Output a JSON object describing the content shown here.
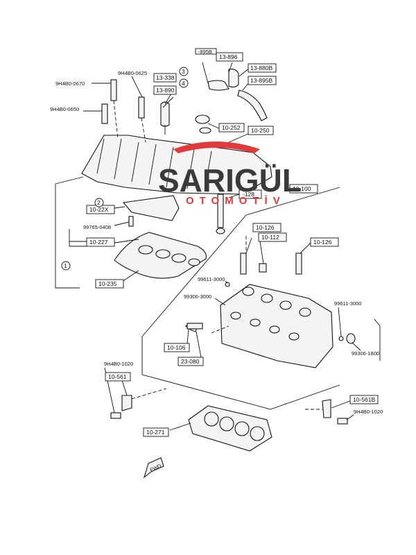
{
  "watermark": {
    "brand": "SARIGÜL",
    "sub": "OTOMOTİV",
    "brand_color": "#3a3a3a",
    "accent_color": "#e03a3a"
  },
  "callouts": {
    "circle_1": "1",
    "circle_2": "2",
    "circle_3": "3",
    "circle_4": "4"
  },
  "parts": {
    "p_9h4b0_0670": "9H4B0-0670",
    "p_9h4b0_0625": "9H4B0-0625",
    "p_9h4b0_0650": "9H4B0-0650",
    "p_13_338": "13-338",
    "p_13_890": "13-890",
    "p_13_896": "13-896",
    "p_13_880b": "13-880B",
    "p_13_895b": "13-895B",
    "p_top_cut": "-895B",
    "p_10_252": "10-252",
    "p_10_250": "10-250",
    "p_10_100": "10-100",
    "p_10_22x": "10-22X",
    "p_99765_0408": "99765-0408",
    "p_10_227": "10-227",
    "p_10_235": "10-235",
    "p_10_126a": "10-126",
    "p_10_112": "10-112",
    "p_10_126b": "10-126",
    "p_99611_3000a": "99611-3000",
    "p_99306_3000": "99306-3000",
    "p_99611_3000b": "99611-3000",
    "p_99306_1800": "99306-1800",
    "p_10_106": "10-106",
    "p_23_080": "23-080",
    "p_9h4b0_1020a": "9H4B0-1020",
    "p_10_561": "10-561",
    "p_10_561b": "10-561B",
    "p_9h4b0_1020b": "9H4B0-1020",
    "p_10_271": "10-271",
    "p_10_128": "-128"
  },
  "fwd_label": "FWD"
}
